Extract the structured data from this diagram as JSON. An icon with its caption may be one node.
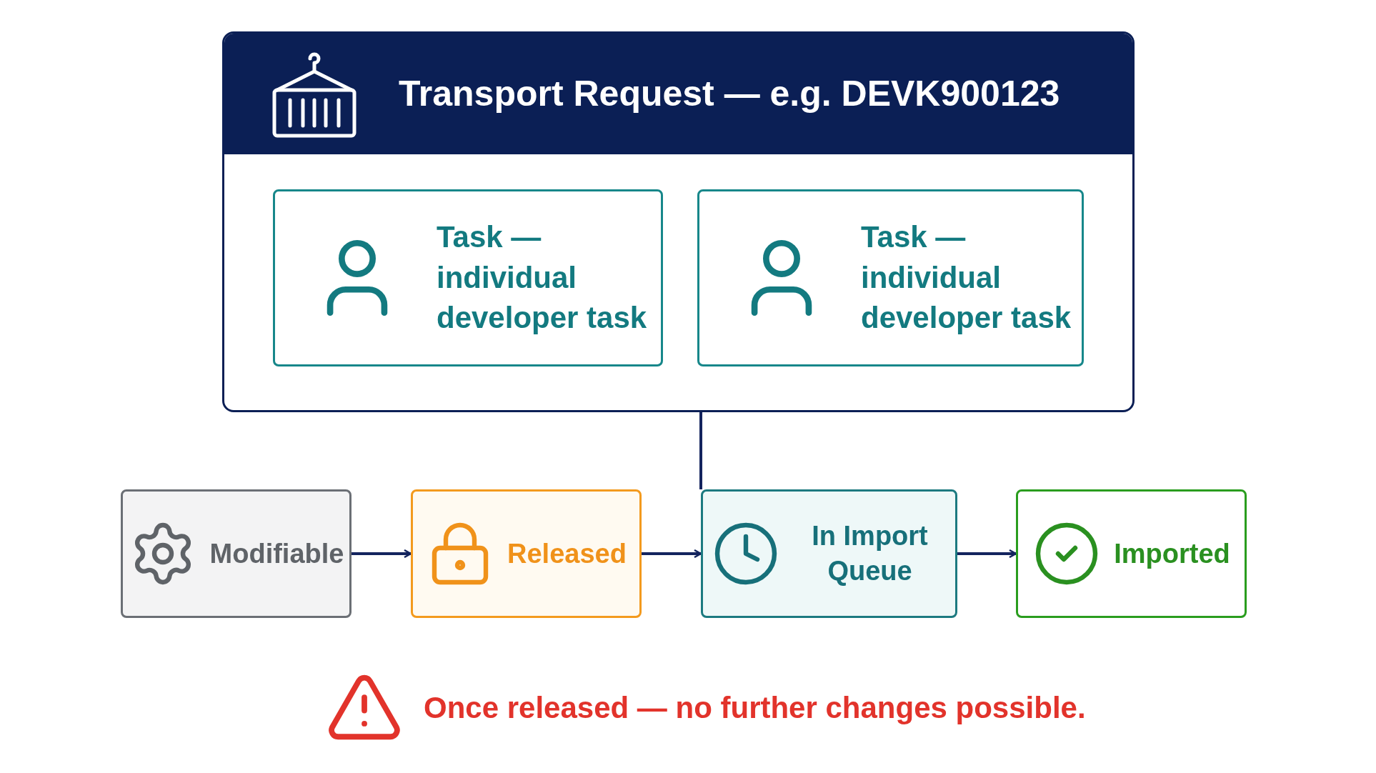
{
  "diagram": {
    "nodes": [
      {
        "text": [
          "Transport Request — e.g. DEVK900123"
        ]
      },
      {
        "text": [
          "Task — individual developer task"
        ],
        "in": 0
      },
      {
        "text": [
          "Task — individual developer task"
        ],
        "in": 0
      },
      {
        "text": [
          "Modifiable"
        ]
      },
      {
        "text": [
          "Released"
        ]
      },
      {
        "text": [
          "In Import Queue"
        ]
      },
      {
        "text": [
          "Imported"
        ]
      }
    ],
    "edges": [
      {
        "from": 0,
        "to": 5,
        "arrow": "none"
      },
      {
        "from": 3,
        "to": 4,
        "arrow": "to"
      },
      {
        "from": 4,
        "to": 5,
        "arrow": "to"
      },
      {
        "from": 5,
        "to": 6,
        "arrow": "to"
      }
    ],
    "labels": [
      "Once released — no further changes possible."
    ]
  }
}
